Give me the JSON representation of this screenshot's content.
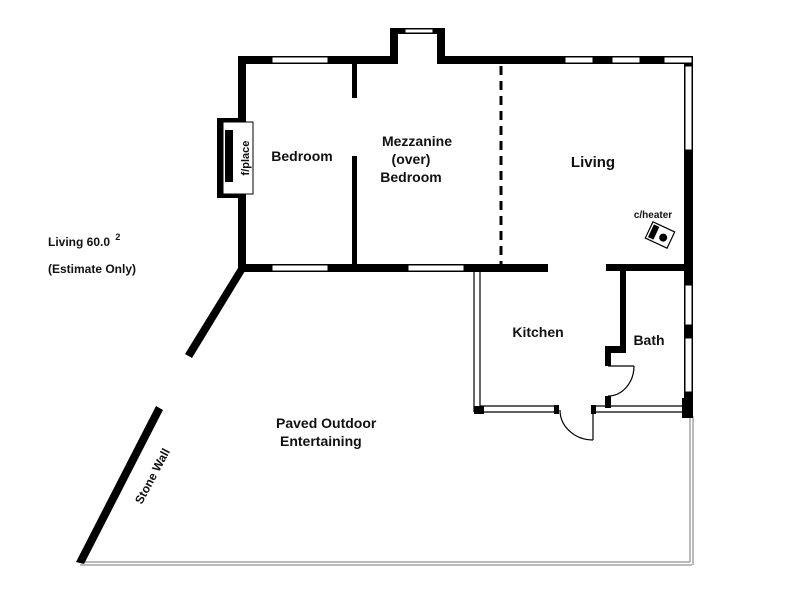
{
  "plan": {
    "rooms": {
      "bedroom": "Bedroom",
      "mezzanine_line1": "Mezzanine",
      "mezzanine_line2": "(over)",
      "mezzanine_line3": "Bedroom",
      "living": "Living",
      "kitchen": "Kitchen",
      "bath": "Bath",
      "outdoor_line1": "Paved Outdoor",
      "outdoor_line2": "Entertaining"
    },
    "fixtures": {
      "fireplace": "f/place",
      "heater": "c/heater"
    },
    "features": {
      "stone_wall": "Stone Wall"
    },
    "area": {
      "label": "Living 60.0",
      "superscript": "2",
      "note": "(Estimate Only)"
    },
    "colors": {
      "wall": "#000000",
      "background": "#ffffff",
      "window": "#ffffff"
    }
  }
}
